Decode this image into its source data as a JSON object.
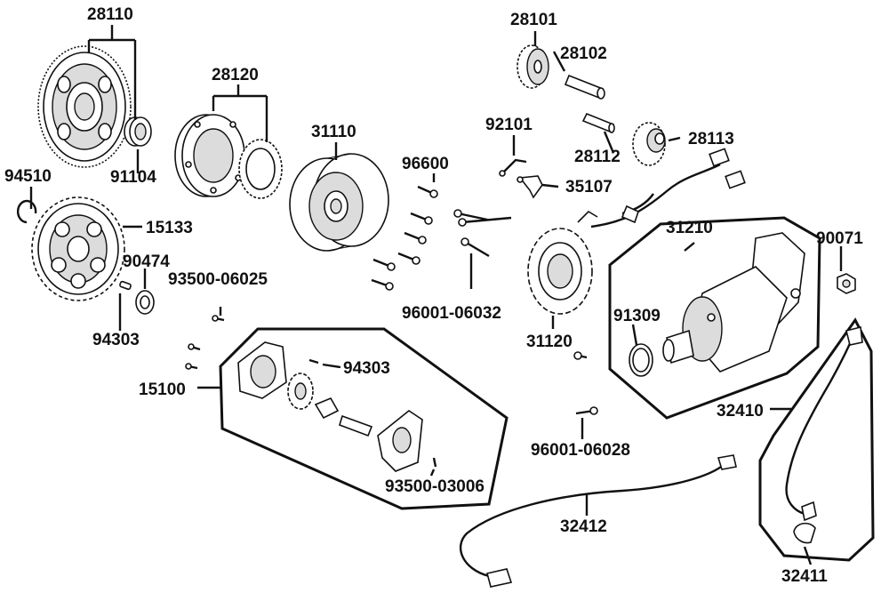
{
  "labels": {
    "p28110": "28110",
    "p28120": "28120",
    "p28101": "28101",
    "p28102": "28102",
    "p28112": "28112",
    "p28113": "28113",
    "p31110": "31110",
    "p92101": "92101",
    "p35107": "35107",
    "p96600": "96600",
    "p91104": "91104",
    "p94510": "94510",
    "p15133": "15133",
    "p90474": "90474",
    "p93500_06025": "93500-06025",
    "p94303_a": "94303",
    "p94303_b": "94303",
    "p96001_06032": "96001-06032",
    "p31210": "31210",
    "p90071": "90071",
    "p91309": "91309",
    "p31120": "31120",
    "p15100": "15100",
    "p32410": "32410",
    "p96001_06028": "96001-06028",
    "p93500_03006": "93500-03006",
    "p32412": "32412",
    "p32411": "32411"
  }
}
